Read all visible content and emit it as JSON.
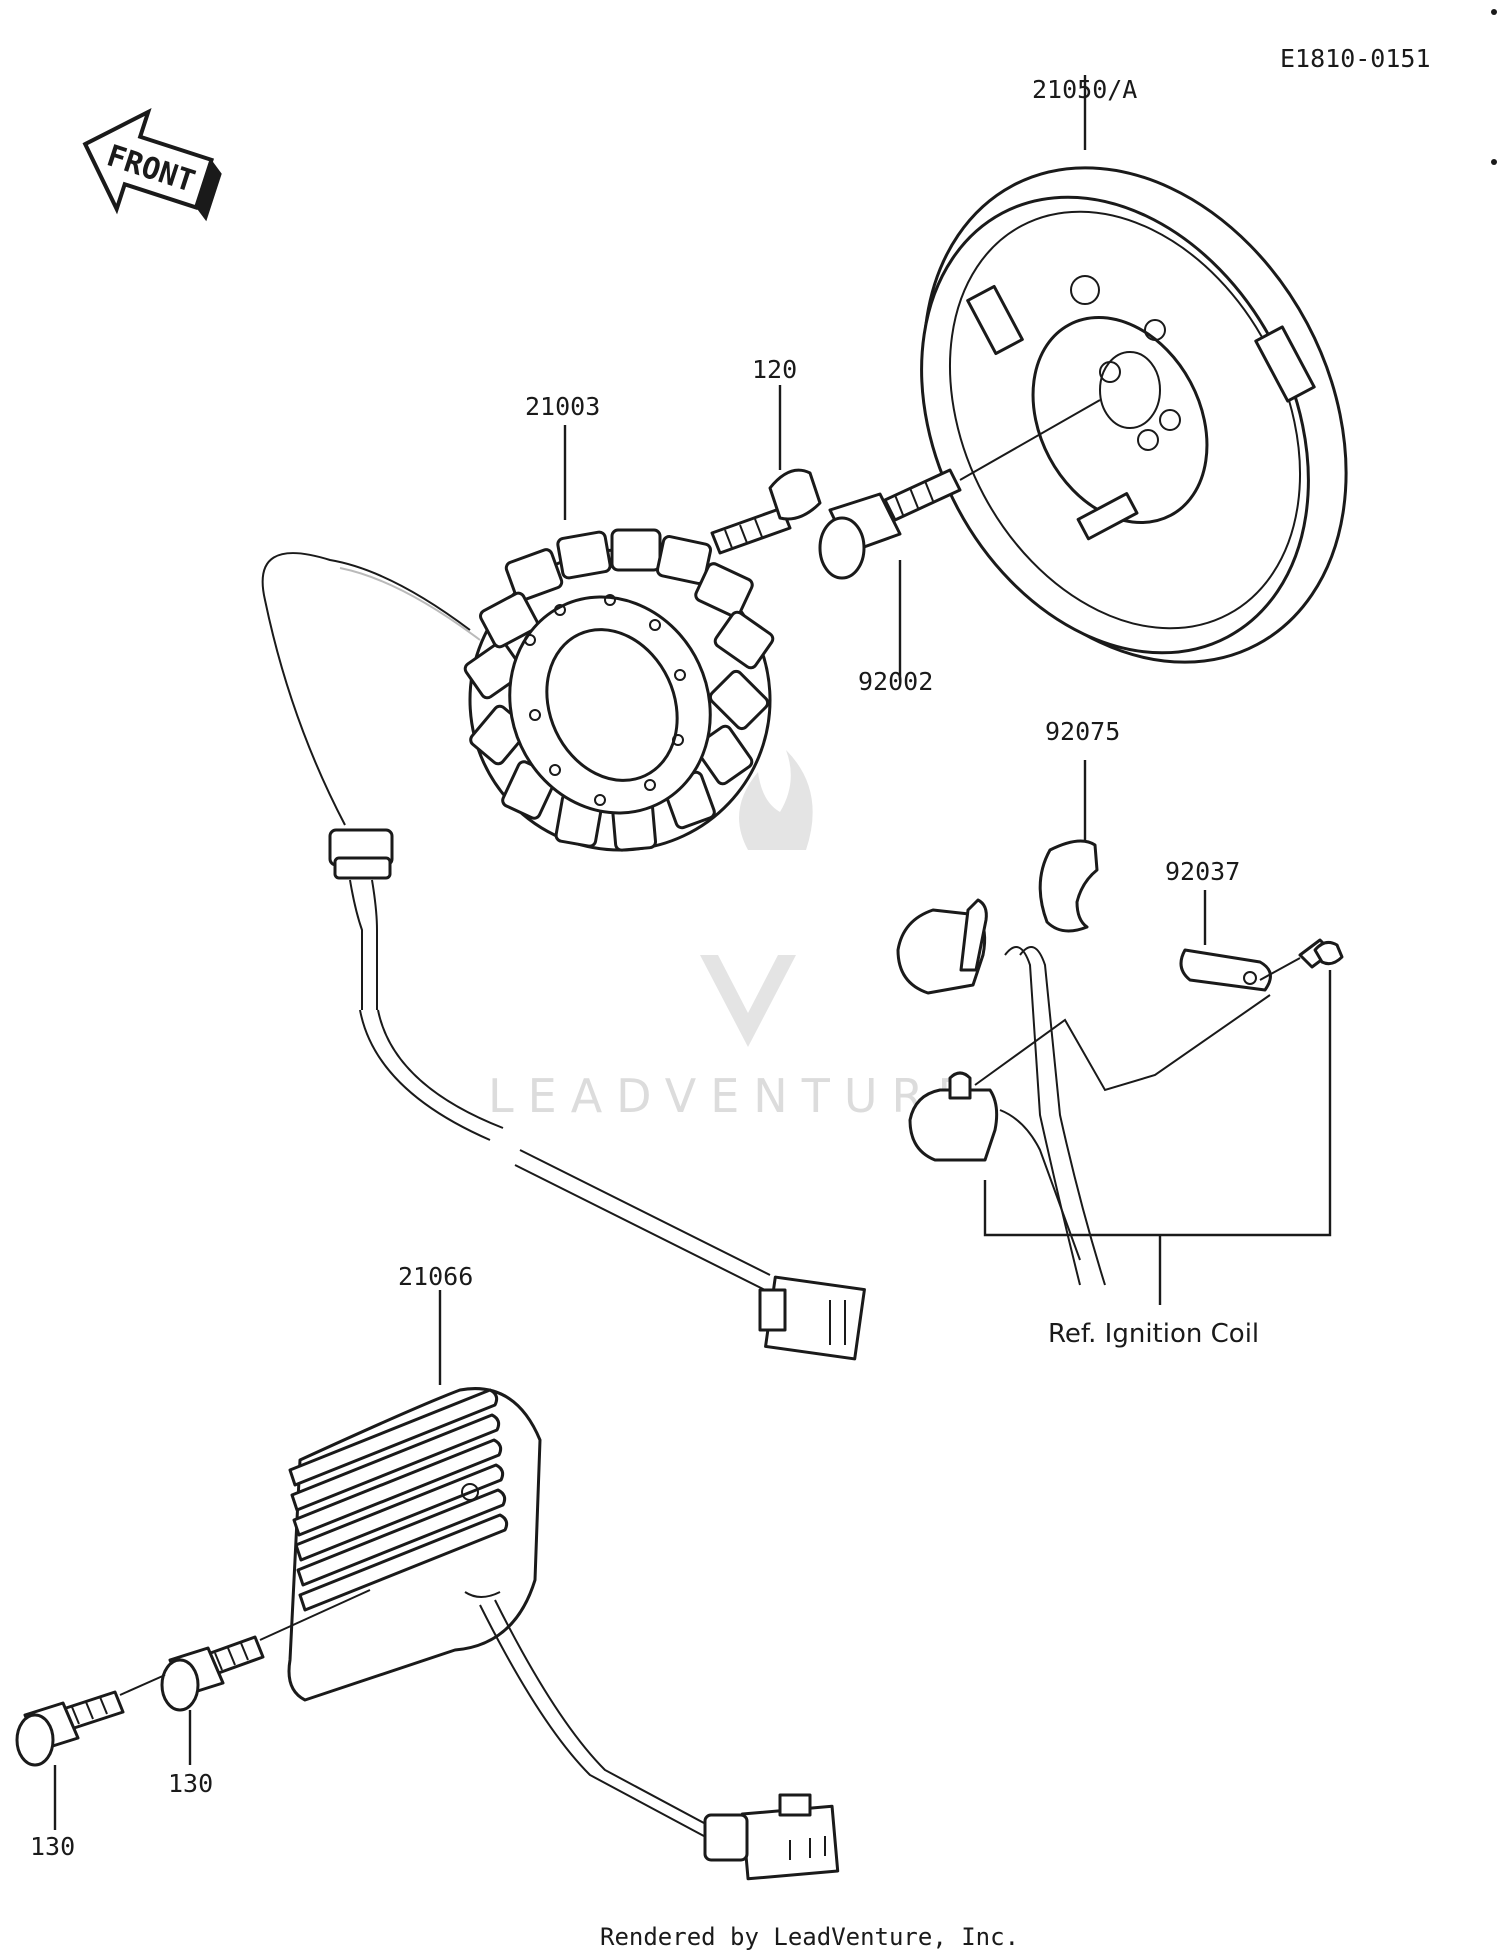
{
  "diagram": {
    "ref_code": "E1810-0151",
    "direction_label": "FRONT",
    "watermark": "LEADVENTURE",
    "footer": "Rendered by LeadVenture, Inc.",
    "callouts": [
      {
        "id": "flywheel",
        "label": "21050/A"
      },
      {
        "id": "stator",
        "label": "21003"
      },
      {
        "id": "stator-bolt",
        "label": "120"
      },
      {
        "id": "flywheel-bolt",
        "label": "92002"
      },
      {
        "id": "pickup-grommet",
        "label": "92075"
      },
      {
        "id": "pickup-plate",
        "label": "92037"
      },
      {
        "id": "regulator",
        "label": "21066"
      },
      {
        "id": "regulator-bolt-upper",
        "label": "130"
      },
      {
        "id": "regulator-bolt-lower",
        "label": "130"
      },
      {
        "id": "ignition-coil-ref",
        "label": "Ref. Ignition Coil"
      }
    ]
  }
}
